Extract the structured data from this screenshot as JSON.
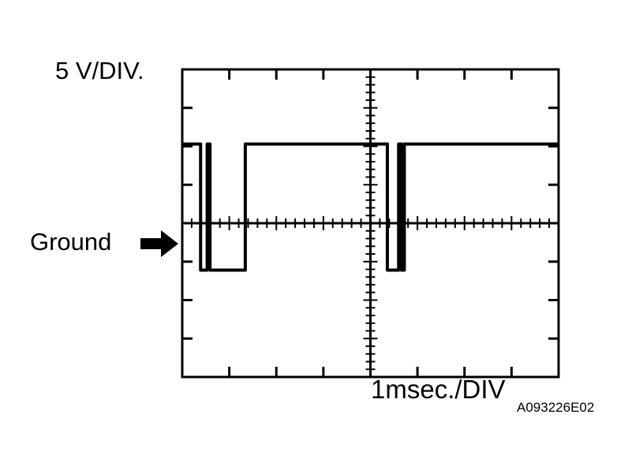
{
  "labels": {
    "vertical_scale": "5 V/DIV.",
    "time_scale": "1msec./DIV",
    "ground": "Ground",
    "figure_code": "A093226E02"
  },
  "icons": {
    "ground_pointer": "right-arrow-icon"
  },
  "colors": {
    "trace": "#000000",
    "grid": "#000000",
    "background": "#ffffff"
  },
  "chart_data": {
    "type": "line",
    "title": "",
    "subtitle": "",
    "xlabel": "1msec./DIV",
    "ylabel": "5 V/DIV.",
    "annotations": [
      "Ground",
      "A093226E02"
    ],
    "grid": true,
    "legend_position": "none",
    "axis": {
      "x_divisions": 8,
      "y_divisions": 8,
      "x_units_per_division": "1 msec",
      "y_units_per_division": "5 V",
      "x_range_msec": [
        -4,
        4
      ],
      "y_range_volts": [
        -20,
        20
      ],
      "ground_level_volts": 0,
      "minor_ticks_per_division": 5
    },
    "series": [
      {
        "name": "signal",
        "description": "Digital pulse train referenced to ground with two narrow low pulses and two wide low pulses",
        "high_level_volts": 10.3,
        "low_level_volts": -6.1,
        "x": [
          -4.0,
          -3.61,
          -3.61,
          -3.47,
          -3.47,
          -3.41,
          -3.41,
          -3.35,
          -3.35,
          -2.66,
          -2.66,
          0.36,
          0.36,
          0.6,
          0.6,
          0.66,
          0.66,
          0.72,
          0.72,
          4.0
        ],
        "y": [
          10.3,
          10.3,
          -6.1,
          -6.1,
          10.3,
          10.3,
          -6.1,
          -6.1,
          -6.1,
          -6.1,
          10.3,
          10.3,
          -6.1,
          -6.1,
          10.3,
          10.3,
          -6.1,
          -6.1,
          10.3,
          10.3
        ]
      }
    ]
  }
}
